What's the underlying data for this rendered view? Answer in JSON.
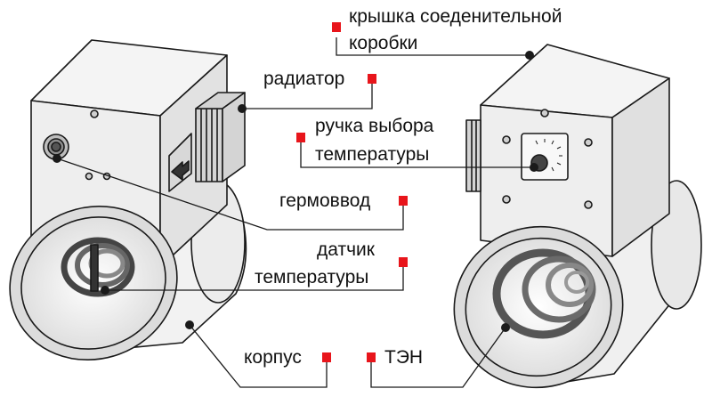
{
  "labels": {
    "cover": [
      "крышка соеденительной",
      "коробки"
    ],
    "radiator": "радиатор",
    "knob": [
      "ручка выбора",
      "температуры"
    ],
    "gland": "гермоввод",
    "sensor": [
      "датчик",
      "температуры"
    ],
    "body": "корпус",
    "heater": "ТЭН"
  },
  "colors": {
    "marker": "#e8151b",
    "line": "#1a1a1a",
    "metal": "#e9e9e9",
    "metal_dark": "#cfcfcf",
    "heatsink": "#d4d4d4"
  }
}
